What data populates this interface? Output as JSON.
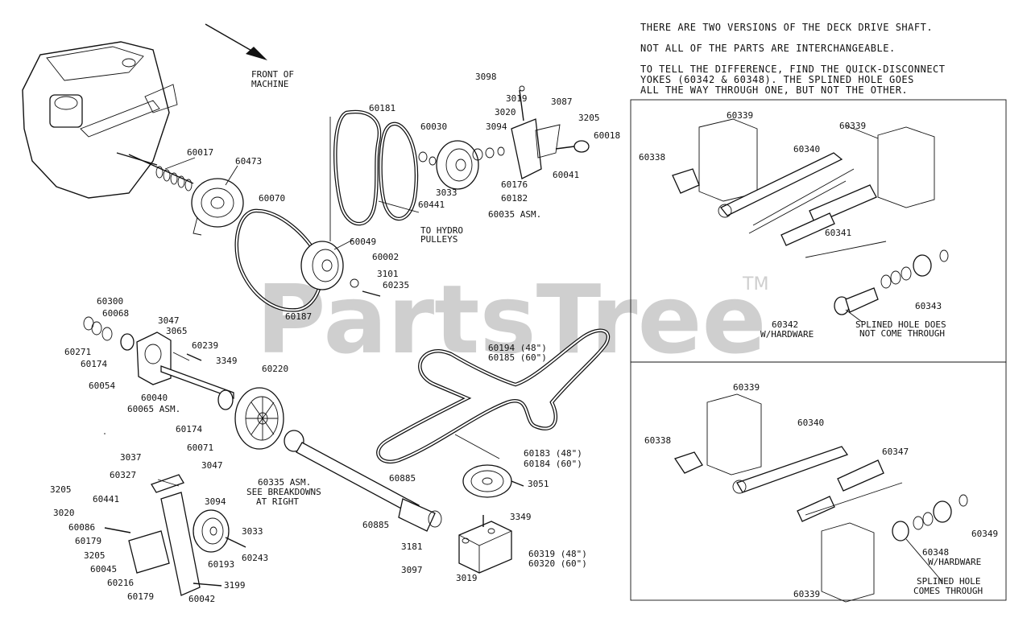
{
  "watermark": {
    "text": "PartsTree",
    "trademark": "TM"
  },
  "notes": {
    "line1": "THERE ARE TWO VERSIONS OF THE DECK DRIVE SHAFT.",
    "line2": "NOT ALL OF THE PARTS ARE INTERCHANGEABLE.",
    "line3": "TO TELL THE DIFFERENCE, FIND THE QUICK-DISCONNECT",
    "line4": "YOKES (60342 & 60348). THE SPLINED HOLE GOES",
    "line5": "ALL THE WAY THROUGH ONE, BUT NOT THE OTHER."
  },
  "direction": {
    "line1": "FRONT OF",
    "line2": "MACHINE"
  },
  "labels": {
    "p3098": "3098",
    "p3019a": "3019",
    "p3087": "3087",
    "p3020a": "3020",
    "p3205a": "3205",
    "p60030": "60030",
    "p3094a": "3094",
    "p60018": "60018",
    "p60181": "60181",
    "p60041": "60041",
    "p60176": "60176",
    "p60182": "60182",
    "p3033a": "3033",
    "p60441a": "60441",
    "p60035": "60035 ASM.",
    "p60017": "60017",
    "p60473": "60473",
    "p60070": "60070",
    "hydro1": "TO HYDRO",
    "hydro2": "PULLEYS",
    "p60049": "60049",
    "p60002": "60002",
    "p3101": "3101",
    "p60235": "60235",
    "p60187": "60187",
    "p60300": "60300",
    "p60068": "60068",
    "p3047a": "3047",
    "p3065": "3065",
    "p60239": "60239",
    "p60271": "60271",
    "p60174a": "60174",
    "p3349a": "3349",
    "p60220": "60220",
    "p60054": "60054",
    "p60040": "60040",
    "p60065": "60065 ASM.",
    "p60174b": "60174",
    "p60071": "60071",
    "p60194": "60194 (48\")",
    "p60185": "60185 (60\")",
    "p3037": "3037",
    "p60327": "60327",
    "p3047b": "3047",
    "p3205b": "3205",
    "p60441b": "60441",
    "p3020b": "3020",
    "p60086": "60086",
    "p60179a": "60179",
    "p3205c": "3205",
    "p60045": "60045",
    "p60216": "60216",
    "p60179b": "60179",
    "p60042": "60042",
    "p3094b": "3094",
    "p3033b": "3033",
    "p60193": "60193",
    "p60243": "60243",
    "p3199": "3199",
    "p60335a": "60335 ASM.",
    "p60335b": "SEE BREAKDOWNS",
    "p60335c": "AT RIGHT",
    "p60885a": "60885",
    "p60885b": "60885",
    "p3181": "3181",
    "p3097": "3097",
    "p3019b": "3019",
    "p3349b": "3349",
    "p60183": "60183 (48\")",
    "p60184": "60184 (60\")",
    "p3051": "3051",
    "p60319": "60319 (48\")",
    "p60320": "60320 (60\")",
    "p60339a": "60339",
    "p60339b": "60339",
    "p60338a": "60338",
    "p60340a": "60340",
    "p60341": "60341",
    "p60343": "60343",
    "p60342a": "60342",
    "p60342b": "W/HARDWARE",
    "spl1a": "SPLINED HOLE DOES",
    "spl1b": "NOT COME THROUGH",
    "p60339c": "60339",
    "p60338b": "60338",
    "p60340b": "60340",
    "p60347": "60347",
    "p60349": "60349",
    "p60348a": "60348",
    "p60348b": "W/HARDWARE",
    "spl2a": "SPLINED HOLE",
    "spl2b": "COMES THROUGH",
    "p60339d": "60339"
  }
}
